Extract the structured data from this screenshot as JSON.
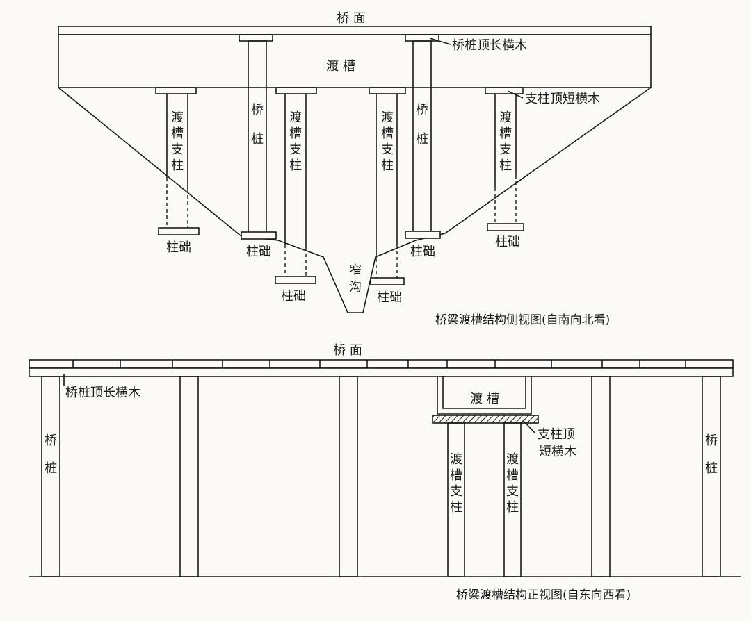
{
  "side_view": {
    "deck_label": "桥 面",
    "trough_label": "渡 槽",
    "pile_top_beam_label": "桥桩顶长横木",
    "post_top_beam_label": "支柱顶短横木",
    "pile_label": [
      "桥",
      "桩"
    ],
    "post_label": [
      "渡",
      "槽",
      "支",
      "柱"
    ],
    "footing_label": "柱础",
    "ditch_label": [
      "窄",
      "沟"
    ],
    "caption": "桥梁渡槽结构侧视图(自南向北看)"
  },
  "front_view": {
    "deck_label": "桥 面",
    "pile_top_beam_label": "桥桩顶长横木",
    "trough_label": "渡 槽",
    "post_top_beam_label": [
      "支柱顶",
      "短横木"
    ],
    "pile_label": [
      "桥",
      "桩"
    ],
    "post_label": [
      "渡",
      "槽",
      "支",
      "柱"
    ],
    "caption": "桥梁渡槽结构正视图(自东向西看)"
  }
}
